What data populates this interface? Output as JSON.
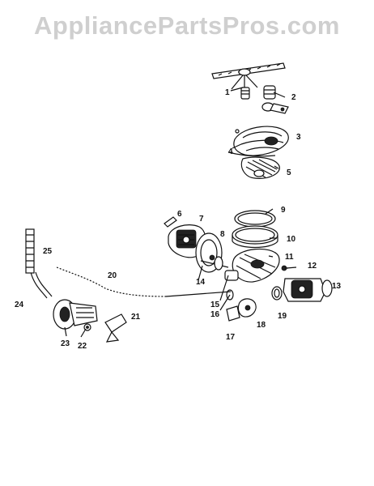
{
  "watermark": "AppliancePartsPros.com",
  "callouts": [
    "1",
    "2",
    "3",
    "4",
    "5",
    "6",
    "7",
    "8",
    "9",
    "10",
    "11",
    "12",
    "13",
    "14",
    "15",
    "16",
    "17",
    "18",
    "19",
    "20",
    "21",
    "22",
    "23",
    "24",
    "25"
  ],
  "colors": {
    "ink": "#111111",
    "watermark": "#cfcfcf",
    "background": "#ffffff"
  }
}
